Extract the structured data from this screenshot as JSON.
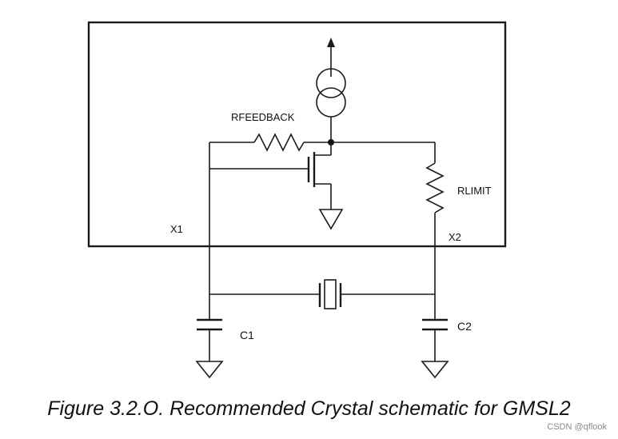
{
  "labels": {
    "r_feedback": "RFEEDBACK",
    "r_limit": "RLIMIT",
    "x1": "X1",
    "x2": "X2",
    "c1": "C1",
    "c2": "C2"
  },
  "caption": "Figure 3.2.O. Recommended Crystal schematic for GMSL2",
  "watermark": "CSDN @qflook"
}
